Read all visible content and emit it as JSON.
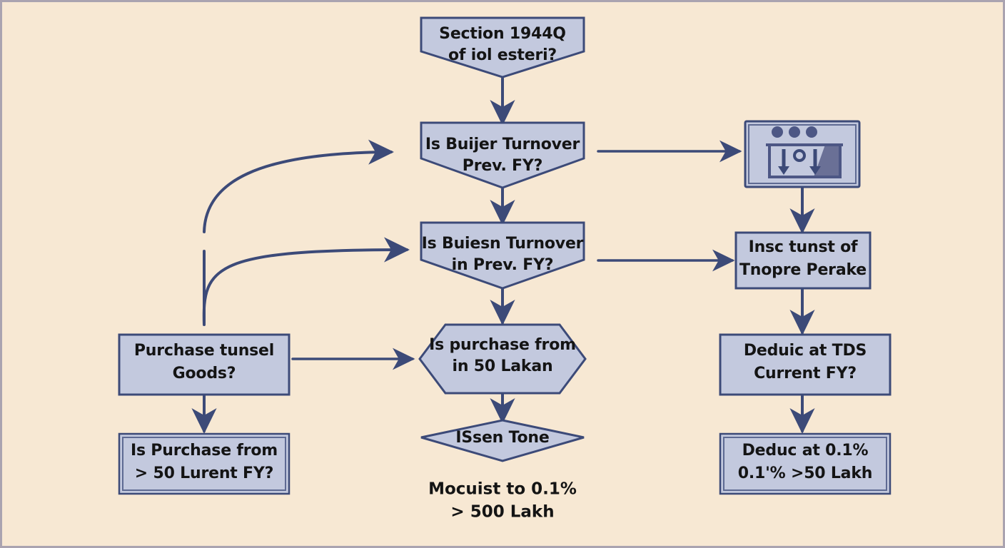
{
  "diagram": {
    "title": "TDS Section 194Q flowchart",
    "background_color": "#f7e8d3",
    "node_fill": "#c3c9de",
    "node_stroke": "#3c4a78",
    "text_color": "#141414"
  },
  "nodes": {
    "start": {
      "line1": "Section 1944Q",
      "line2": "of iol esteri?",
      "shape": "pentagon-down"
    },
    "buyer_turnover_1": {
      "line1": "Is Buijer Turnover",
      "line2": "Prev. FY?",
      "shape": "pentagon-down"
    },
    "buyer_turnover_2": {
      "line1": "Is Buiesn Turnover",
      "line2": "in Prev. FY?",
      "shape": "pentagon-down"
    },
    "purchase_hex": {
      "line1": "Is purchase from",
      "line2": "in 50 Lakan",
      "shape": "hexagon"
    },
    "issen_diamond": {
      "line1": "ISsen Tone",
      "shape": "diamond"
    },
    "bottom_note": {
      "line1": "Mocuist to 0.1%",
      "line2": "> 500 Lakh",
      "shape": "text"
    },
    "purchase_goods": {
      "line1": "Purchase tunsel",
      "line2": "Goods?",
      "shape": "rect"
    },
    "purchase_from_50": {
      "line1": "Is Purchase from",
      "line2": "> 50 Lurent FY?",
      "shape": "rect-double"
    },
    "icon_panel": {
      "shape": "icon",
      "icon_name": "window-download-arrows-icon"
    },
    "insc_tunst": {
      "line1": "Insc tunst of",
      "line2": "Tnopre Perake",
      "shape": "rect"
    },
    "deduic_tds": {
      "line1": "Deduic at TDS",
      "line2": "Current FY?",
      "shape": "rect"
    },
    "deduc_01": {
      "line1": "Deduc at 0.1%",
      "line2": "0.1'% >50 Lakh",
      "shape": "rect-double"
    }
  },
  "edges": [
    {
      "from": "start",
      "to": "buyer_turnover_1",
      "kind": "vertical-arrow"
    },
    {
      "from": "buyer_turnover_1",
      "to": "buyer_turnover_2",
      "kind": "vertical-arrow"
    },
    {
      "from": "buyer_turnover_2",
      "to": "purchase_hex",
      "kind": "vertical-arrow"
    },
    {
      "from": "purchase_hex",
      "to": "issen_diamond",
      "kind": "vertical-arrow"
    },
    {
      "from": "buyer_turnover_1",
      "to": "icon_panel",
      "kind": "horizontal-arrow"
    },
    {
      "from": "buyer_turnover_2",
      "to": "insc_tunst",
      "kind": "horizontal-arrow"
    },
    {
      "from": "icon_panel",
      "to": "insc_tunst",
      "kind": "vertical-arrow"
    },
    {
      "from": "insc_tunst",
      "to": "deduic_tds",
      "kind": "vertical-arrow"
    },
    {
      "from": "deduic_tds",
      "to": "deduc_01",
      "kind": "vertical-arrow"
    },
    {
      "from": "purchase_goods",
      "to": "purchase_hex",
      "kind": "horizontal-arrow"
    },
    {
      "from": "purchase_goods",
      "to": "purchase_from_50",
      "kind": "vertical-arrow"
    },
    {
      "from": "dangling-left",
      "to": "buyer_turnover_1",
      "kind": "curved-arrow"
    },
    {
      "from": "buyer_turnover_2",
      "to": "purchase_goods",
      "kind": "curved-arrow-down"
    }
  ]
}
